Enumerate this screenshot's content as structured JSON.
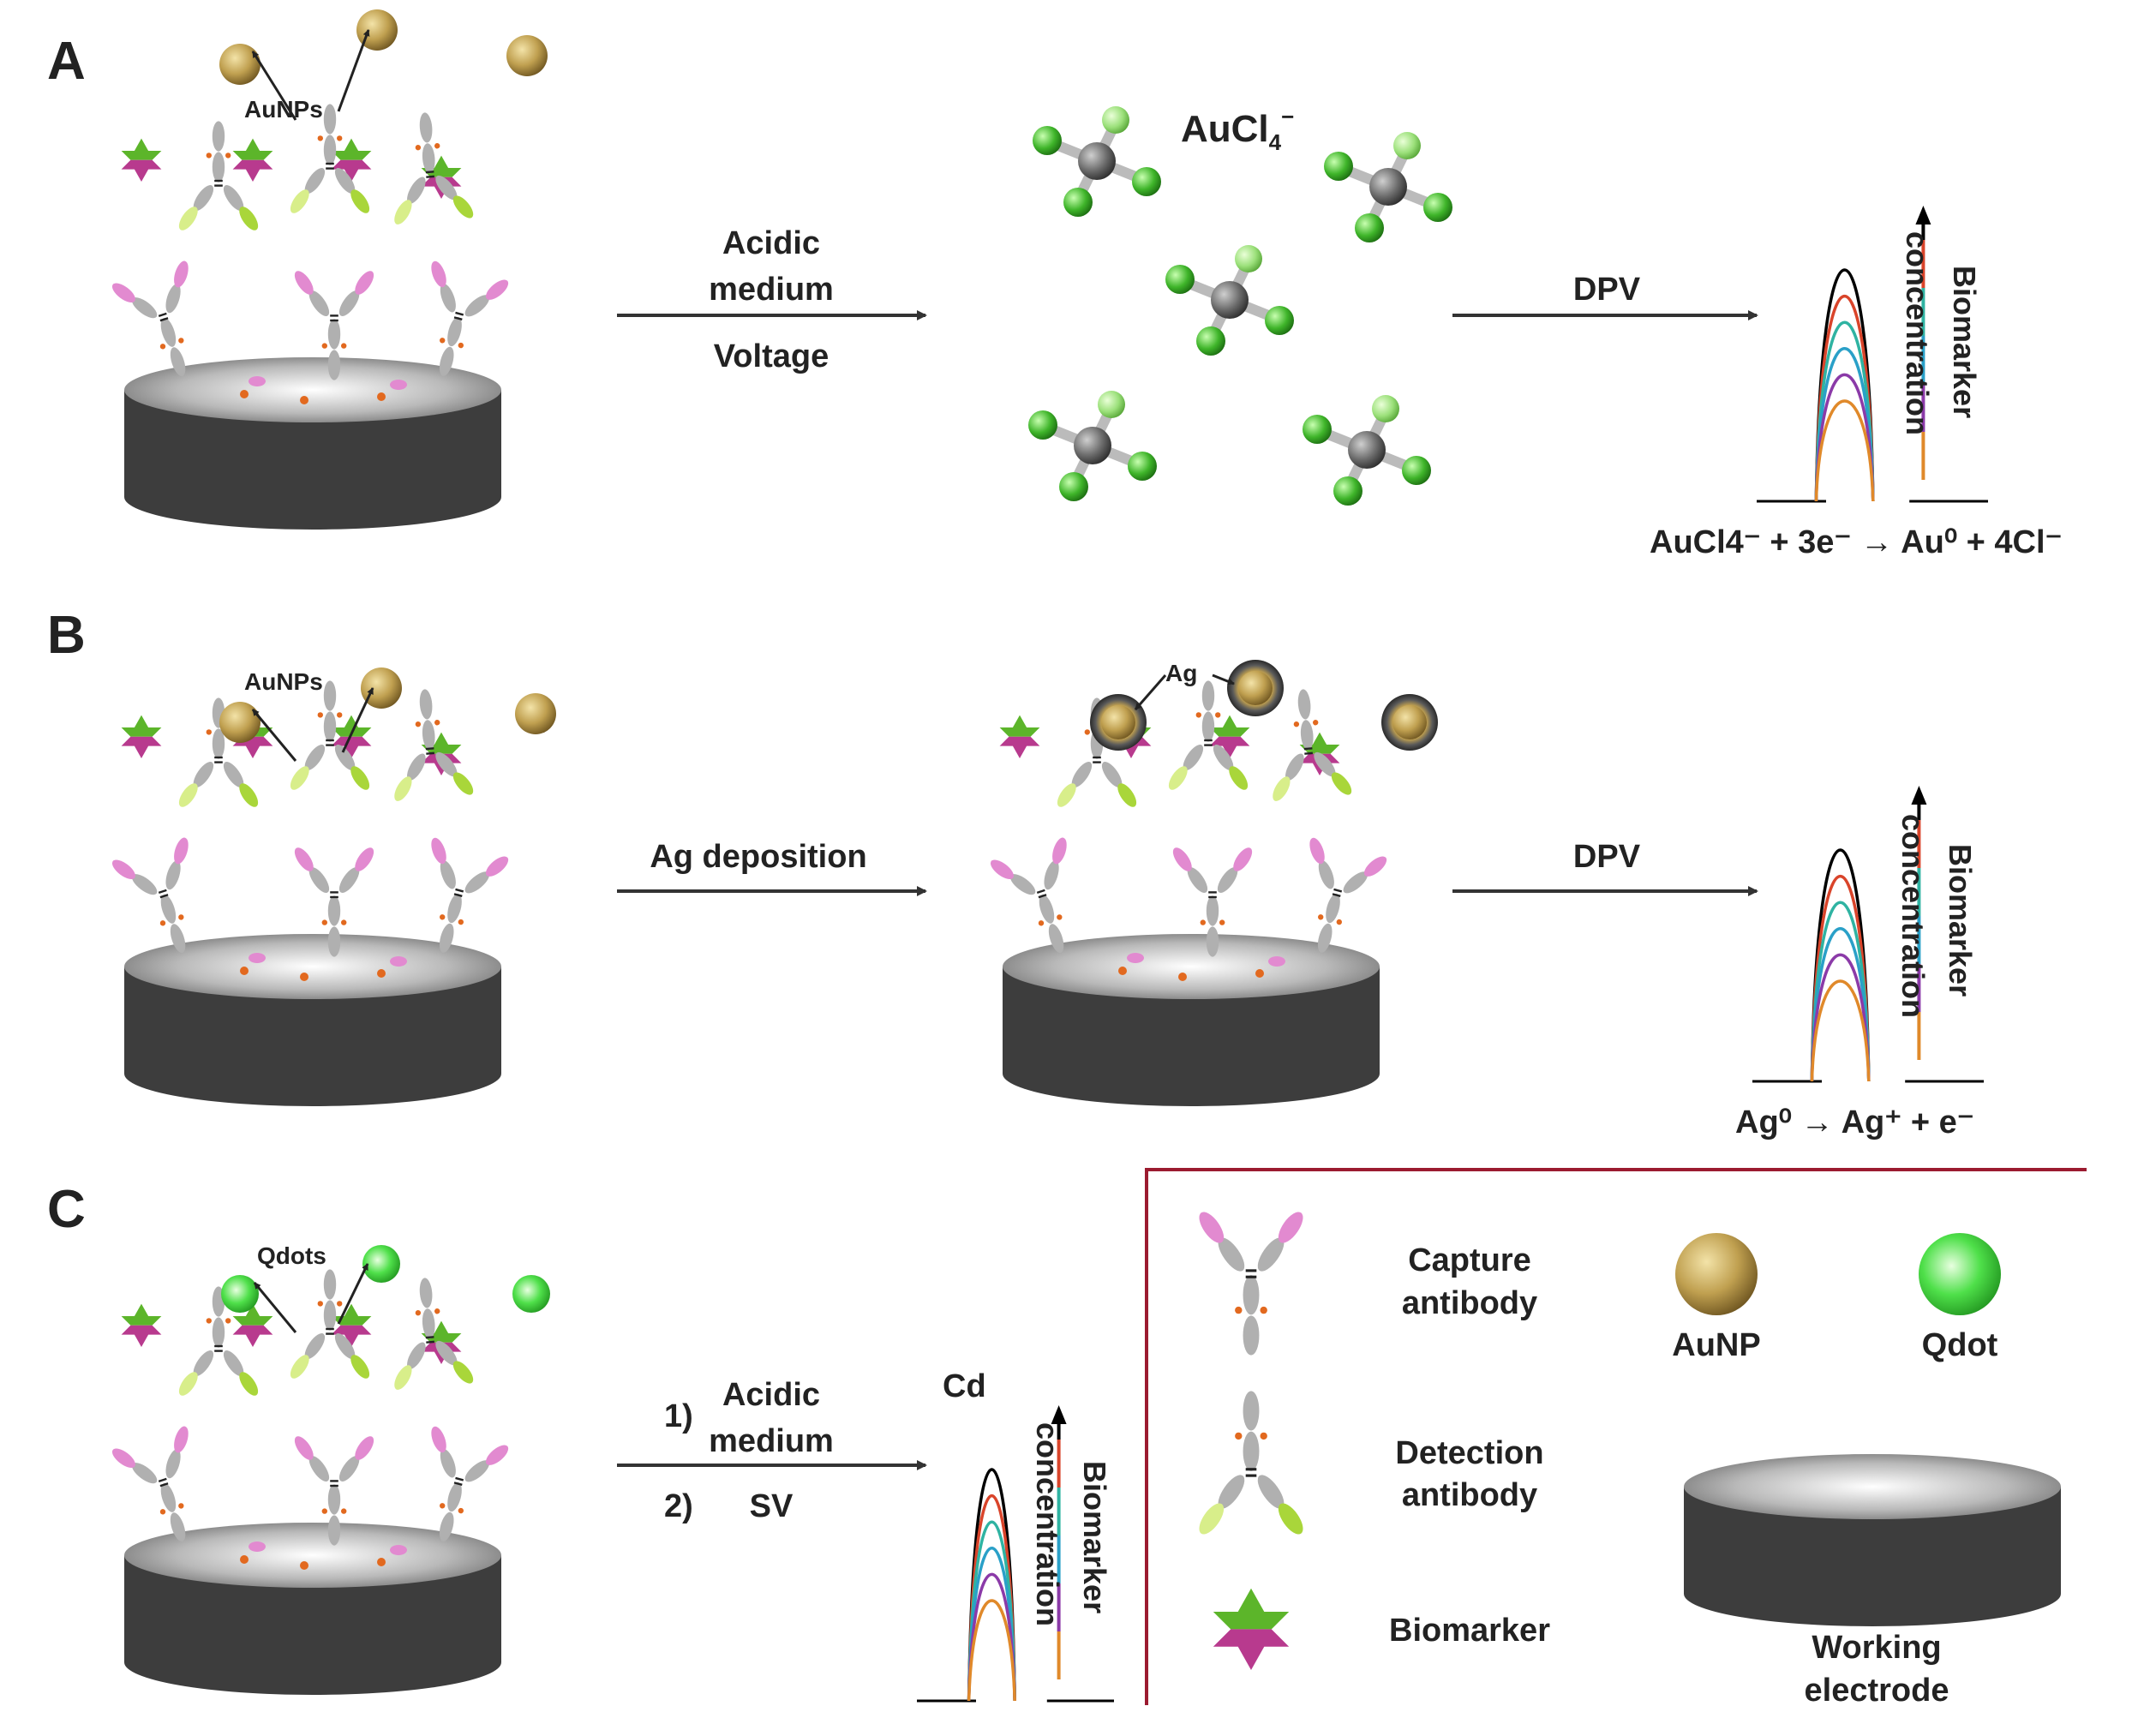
{
  "panels": {
    "A": {
      "letter": "A",
      "particle_label": "AuNPs",
      "arrow1": {
        "line1": "Acidic",
        "line2": "medium",
        "line3": "Voltage"
      },
      "species": "AuCl4⁻",
      "species_main": "AuCl",
      "species_sub": "4",
      "species_sup": "−",
      "arrow2": "DPV",
      "equation": "AuCl4⁻ + 3e⁻ → Au⁰ + 4Cl⁻",
      "signal_label_1": "Biomarker",
      "signal_label_2": "concentration"
    },
    "B": {
      "letter": "B",
      "particle_label": "AuNPs",
      "arrow1": "Ag deposition",
      "shell_label": "Ag",
      "arrow2": "DPV",
      "equation": "Ag⁰ → Ag⁺ + e⁻",
      "signal_label_1": "Biomarker",
      "signal_label_2": "concentration"
    },
    "C": {
      "letter": "C",
      "particle_label": "Qdots",
      "step1_num": "1)",
      "step1_line1": "Acidic",
      "step1_line2": "medium",
      "step2_num": "2)",
      "step2": "SV",
      "peak_label": "Cd",
      "signal_label_1": "Biomarker",
      "signal_label_2": "concentration"
    }
  },
  "legend": {
    "capture_1": "Capture",
    "capture_2": "antibody",
    "detection_1": "Detection",
    "detection_2": "antibody",
    "biomarker": "Biomarker",
    "aunp": "AuNP",
    "qdot": "Qdot",
    "electrode_1": "Working",
    "electrode_2": "electrode"
  },
  "colors": {
    "electrode": "#3d3d3d",
    "gold": "#b8963c",
    "qdot": "#3fd13a",
    "chlorine": "#3fb52a",
    "legend_border": "#9b1b30",
    "peak_series": [
      "#000000",
      "#d9442a",
      "#2fb3a2",
      "#2aa0c8",
      "#8b3aa8",
      "#e0892a"
    ]
  }
}
